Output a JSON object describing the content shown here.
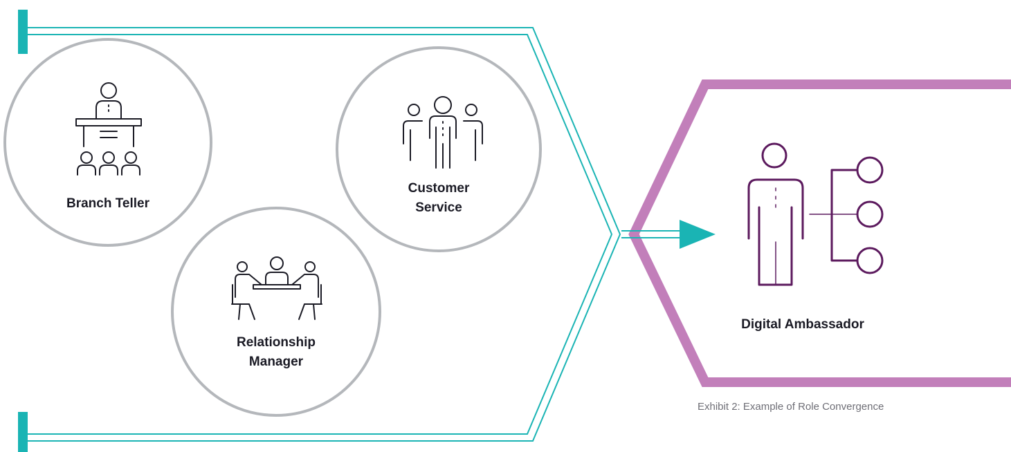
{
  "roles": {
    "branch_teller": "Branch Teller",
    "relationship_manager": "Relationship\nManager",
    "customer_service": "Customer\nService"
  },
  "result_role": "Digital Ambassador",
  "caption": "Exhibit 2: Example of Role Convergence",
  "colors": {
    "teal": "#1ab4b4",
    "purple": "#c27fba",
    "dark_purple": "#5c1a5e",
    "circle_gray": "#b4b7bb",
    "icon": "#1a1a24"
  }
}
